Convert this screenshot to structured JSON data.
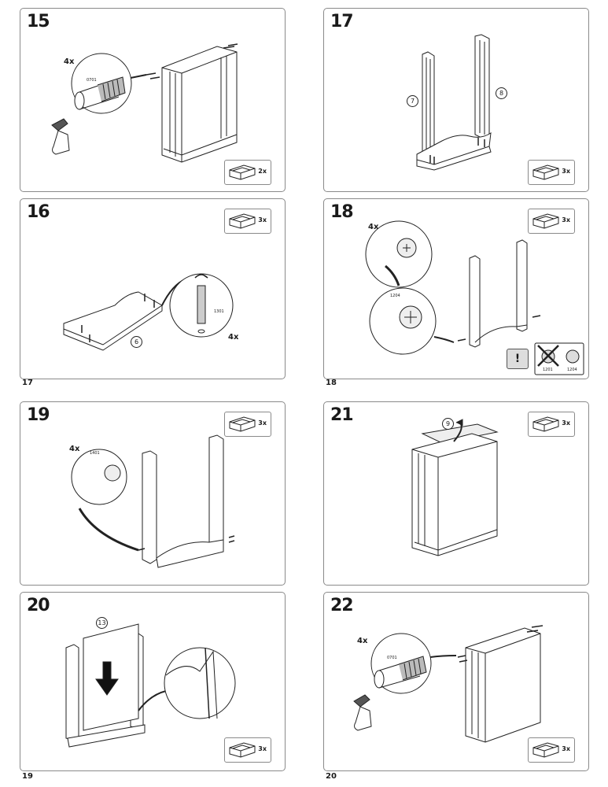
{
  "page_numbers": {
    "p17": "17",
    "p18": "18",
    "p19": "19",
    "p20": "20"
  },
  "steps": {
    "s15": {
      "number": "15",
      "drawer_qty": "2x",
      "qty": "4x",
      "part": "0701"
    },
    "s17": {
      "number": "17",
      "drawer_qty": "3x",
      "callout_a": "7",
      "callout_b": "8"
    },
    "s16": {
      "number": "16",
      "drawer_qty": "3x",
      "qty": "4x",
      "callout": "6",
      "part": "1301"
    },
    "s18": {
      "number": "18",
      "drawer_qty": "3x",
      "qty": "4x",
      "part": "1204",
      "warning": "!",
      "part_wrong": "1201",
      "part_right": "1204"
    },
    "s19": {
      "number": "19",
      "drawer_qty": "3x",
      "qty": "4x",
      "part": "1401"
    },
    "s21": {
      "number": "21",
      "drawer_qty": "3x",
      "callout": "9"
    },
    "s20": {
      "number": "20",
      "drawer_qty": "3x",
      "callout": "13"
    },
    "s22": {
      "number": "22",
      "drawer_qty": "3x",
      "qty": "4x",
      "part": "0701"
    }
  },
  "icons": [
    "drawer-icon",
    "hammer-hand-icon",
    "bolt-icon",
    "arrow-down-icon",
    "rotate-arrow-icon",
    "cross-icon",
    "cam-lock-icon"
  ]
}
